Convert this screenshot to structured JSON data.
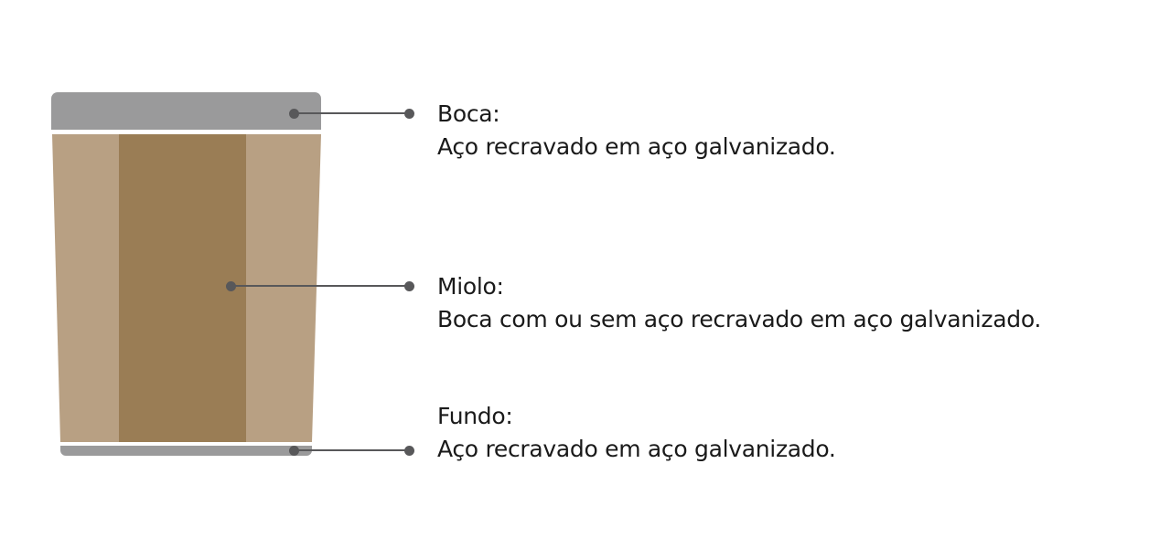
{
  "colors": {
    "cap": "#9a9a9b",
    "body_light": "#b8a083",
    "body_dark": "#9a7d55",
    "connector": "#58585a",
    "text": "#1a1a1a"
  },
  "parts": [
    {
      "id": "boca",
      "title": "Boca:",
      "description": "Aço recravado em aço galvanizado."
    },
    {
      "id": "miolo",
      "title": "Miolo:",
      "description": "Boca com ou sem aço recravado em aço galvanizado."
    },
    {
      "id": "fundo",
      "title": "Fundo:",
      "description": "Aço recravado em aço galvanizado."
    }
  ]
}
